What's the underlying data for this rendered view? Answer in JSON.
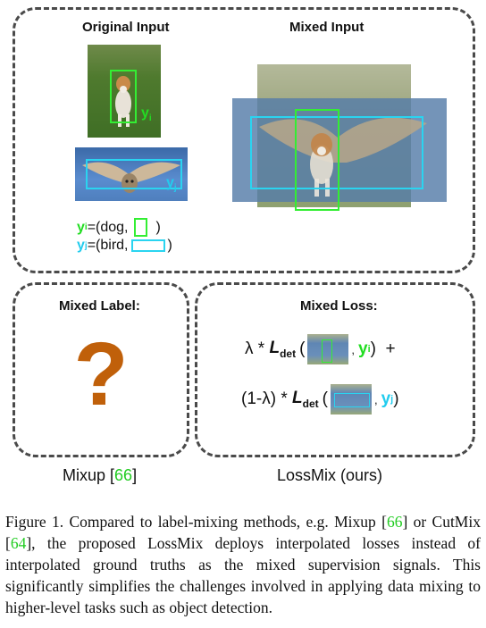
{
  "top_panel": {
    "original_title": "Original Input",
    "mixed_title": "Mixed Input",
    "yi_label": "y",
    "yi_sub": "i",
    "yj_label": "y",
    "yj_sub": "j"
  },
  "legend": {
    "yi_prefix": "y",
    "yi_sub": "i",
    "yi_text": "=(dog,",
    "yi_close": ")",
    "yj_prefix": "y",
    "yj_sub": "j",
    "yj_text": "=(bird,",
    "yj_close": ")"
  },
  "mixed_label_panel": {
    "title": "Mixed Label:",
    "symbol": "?",
    "caption": "Mixup [",
    "ref": "66",
    "caption_end": "]"
  },
  "mixed_loss_panel": {
    "title": "Mixed Loss:",
    "row1_coef": "λ *",
    "row2_coef": "(1-λ) *",
    "loss_name": "L",
    "loss_sub": "det",
    "open": "(",
    "comma": ",",
    "row1_target": "y",
    "row1_target_sub": "i",
    "row1_close": ")  +",
    "row2_target": "y",
    "row2_target_sub": "j",
    "row2_close": ")",
    "caption": "LossMix (ours)"
  },
  "colors": {
    "green": "#33ee33",
    "cyan": "#2ad4f0",
    "question": "#c0600a"
  },
  "figure_caption": {
    "t1": "Figure 1.   Compared to label-mixing methods, e.g. Mixup [",
    "r1": "66",
    "t2": "] or CutMix [",
    "r2": "64",
    "t3": "], the proposed LossMix deploys interpolated losses instead of interpolated ground truths as the mixed supervision signals. This significantly simplifies the challenges involved in applying data mixing to higher-level tasks such as object detection."
  }
}
